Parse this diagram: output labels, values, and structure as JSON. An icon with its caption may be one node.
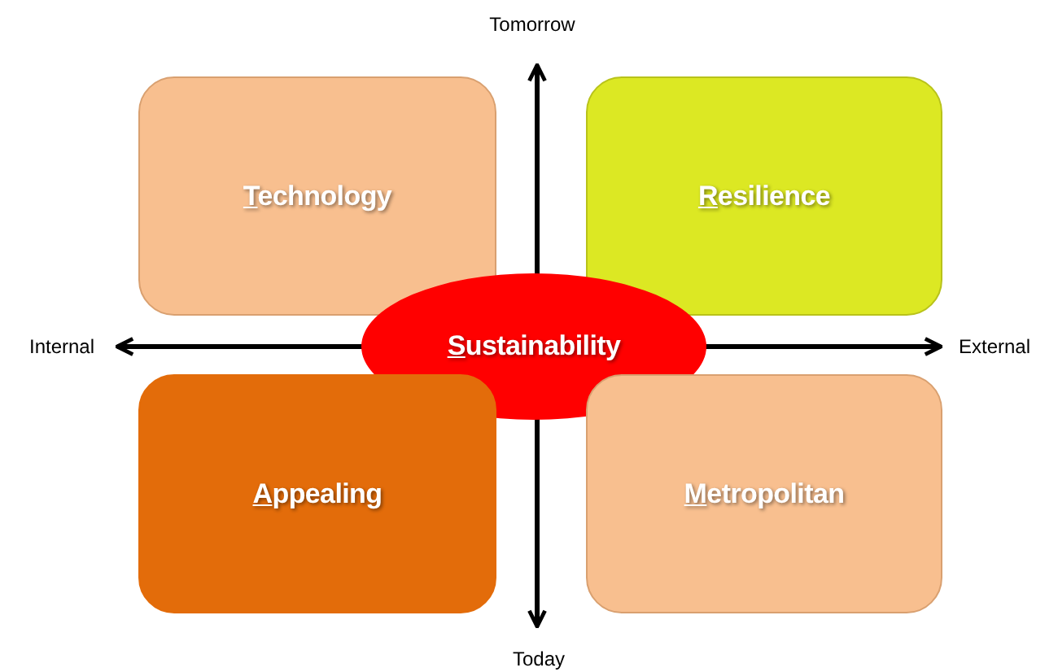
{
  "diagram": {
    "nodes": [
      {
        "text": [
          "Technology"
        ]
      },
      {
        "text": [
          "Resilience"
        ]
      },
      {
        "text": [
          "Sustainability"
        ]
      },
      {
        "text": [
          "Appealing"
        ]
      },
      {
        "text": [
          "Metropolitan"
        ]
      }
    ],
    "labels": [
      "Tomorrow",
      "Internal",
      "External",
      "Today"
    ]
  }
}
